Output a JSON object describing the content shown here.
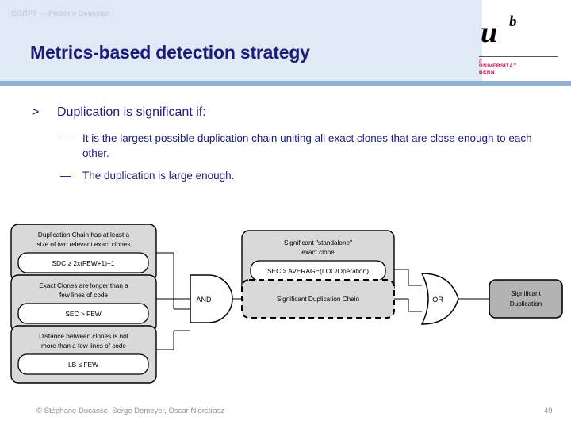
{
  "header": {
    "kicker": "OORPT — Problem Detection",
    "title": "Metrics-based detection strategy",
    "band_color": "#e0eaf4",
    "rule_color": "#8fb3d4",
    "title_color": "#1b1b7a"
  },
  "logo": {
    "u": "u",
    "b": "b",
    "tick": "b",
    "line1": "UNIVERSITÄT",
    "line2": "BERN",
    "accent_color": "#cf0a4a"
  },
  "content": {
    "bullet_marker": ">",
    "bullet_pre": "Duplication is ",
    "bullet_emph": "significant",
    "bullet_post": " if:",
    "sub_marker": "—",
    "sub_items": [
      "It is the largest possible duplication chain uniting all exact clones that are close enough to each other.",
      "The duplication is large enough."
    ]
  },
  "diagram": {
    "type": "logic-gate-flow",
    "conditions": [
      {
        "id": "duplication-chain-size",
        "label_line1": "Duplication Chain has at least a",
        "label_line2": "size of two relevant exact clones",
        "formula": "SDC ≥ 2x(FEW+1)+1"
      },
      {
        "id": "exact-clones-length",
        "label_line1": "Exact Clones are longer than a",
        "label_line2": "few lines of code",
        "formula": "SEC > FEW"
      },
      {
        "id": "clone-distance",
        "label_line1": "Distance between clones is not",
        "label_line2": "more than a few lines of code",
        "formula": "LB ≤ FEW"
      }
    ],
    "and_gate": "AND",
    "or_gate": "OR",
    "middle": [
      {
        "id": "significant-standalone-exact-clone",
        "label_line1": "Significant \"standalone\"",
        "label_line2": "exact clone",
        "formula": "SEC > AVERAGE(LOC/Operation)",
        "style": "solid"
      },
      {
        "id": "significant-duplication-chain",
        "label_line1": "Significant Duplication Chain",
        "label_line2": "",
        "formula": "",
        "style": "dashed"
      }
    ],
    "result": {
      "id": "significant-duplication",
      "label_line1": "Significant",
      "label_line2": "Duplication"
    },
    "colors": {
      "box_fill": "#d9d9d9",
      "result_fill": "#b3b3b3",
      "formula_fill": "#ffffff",
      "stroke": "#000000"
    }
  },
  "footer": {
    "copyright": "© Stéphane Ducasse, Serge Demeyer, Oscar Nierstrasz",
    "page": "49"
  }
}
